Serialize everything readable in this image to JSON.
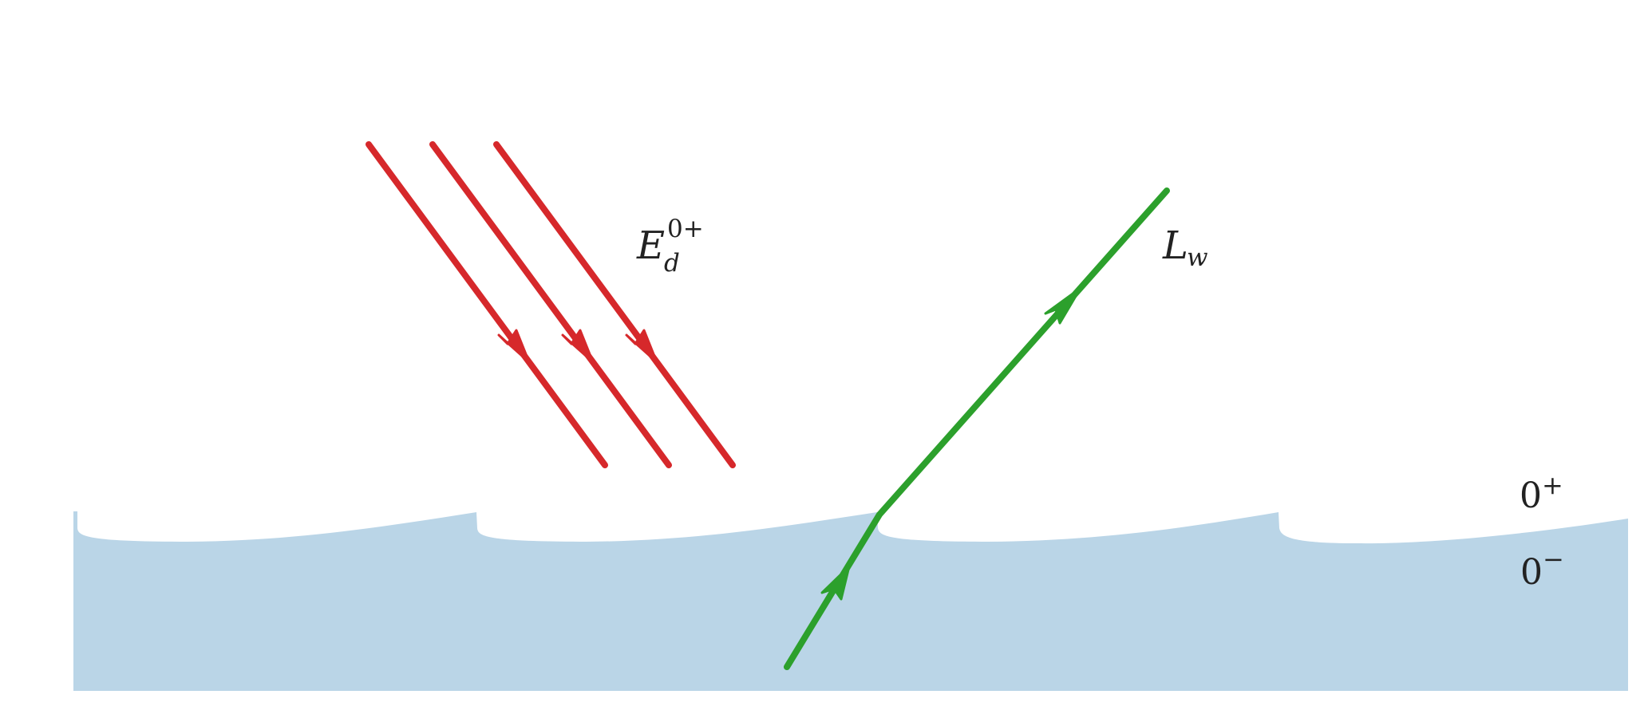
{
  "colors": {
    "water": "#bad5e7",
    "downwelling": "#d6282b",
    "upwelling": "#2ca02c",
    "text": "#222222"
  },
  "labels": {
    "irradiance_main": "E",
    "irradiance_sub": "d",
    "irradiance_sup": "0+",
    "radiance_main": "L",
    "radiance_sub": "w",
    "above_surface_main": "0",
    "above_surface_sup": "+",
    "below_surface_main": "0",
    "below_surface_sup": "−"
  }
}
